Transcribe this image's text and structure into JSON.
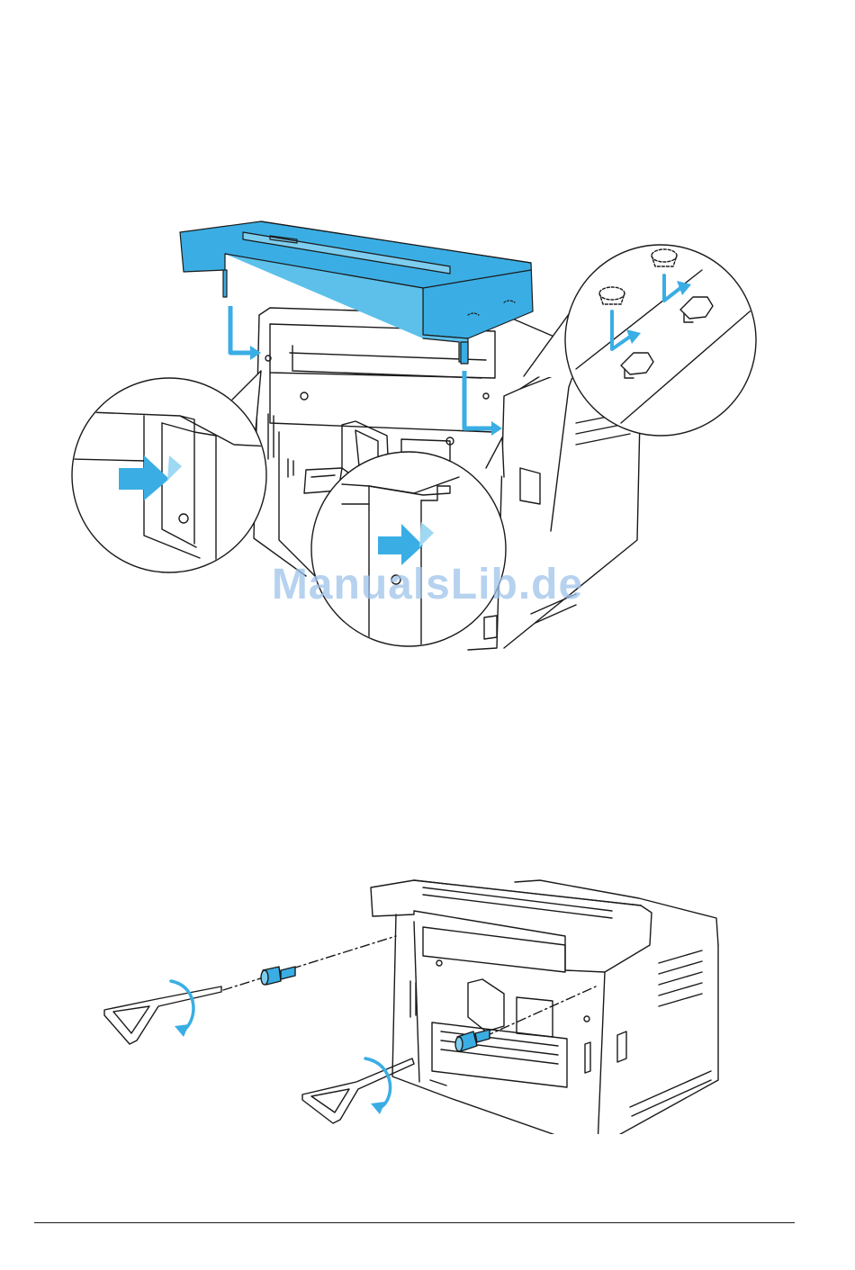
{
  "watermark": {
    "text": "ManualsLib.de"
  },
  "colors": {
    "highlight_blue": "#3aaee4",
    "line_art": "#1a1a1a",
    "watermark_blue": "#9ec3ea",
    "background": "#ffffff"
  },
  "figures": [
    {
      "name": "install-cover-figure",
      "parts": [
        "face-up-tray-cover-part",
        "printer-rear",
        "left-detail-callout",
        "center-detail-callout",
        "right-detail-callout"
      ],
      "icons": [
        "arrow-down-right-icon",
        "arrow-push-icon",
        "rotate-arrow-icon"
      ]
    },
    {
      "name": "secure-screws-figure",
      "parts": [
        "printer-rear-with-cover",
        "thumbscrew-left",
        "thumbscrew-right",
        "hex-wrench-left",
        "hex-wrench-right"
      ],
      "icons": [
        "rotate-arrow-icon"
      ]
    }
  ]
}
